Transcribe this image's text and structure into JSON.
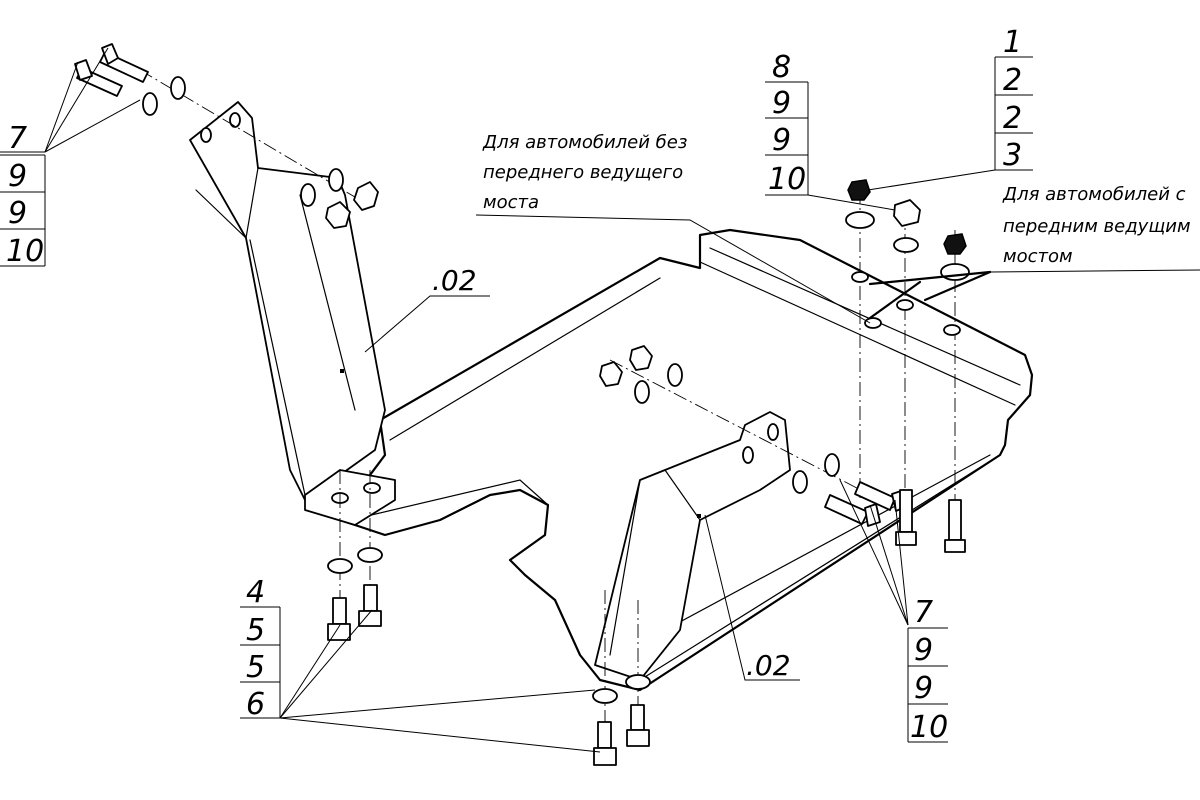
{
  "notes": {
    "without_front_drive": {
      "line1": "Для автомобилей без",
      "line2": "переднего ведущего",
      "line3": "моста"
    },
    "with_front_drive": {
      "line1": "Для автомобилей с",
      "line2": "передним ведущим",
      "line3": "мостом"
    }
  },
  "part_refs": {
    "left_bracket": ".02",
    "right_bracket": ".02"
  },
  "callouts": {
    "top_left": [
      "7",
      "9",
      "9",
      "10"
    ],
    "top_center": [
      "8",
      "9",
      "9",
      "10"
    ],
    "top_right": [
      "1",
      "2",
      "2",
      "3"
    ],
    "bottom_left": [
      "4",
      "5",
      "5",
      "6"
    ],
    "bottom_right": [
      "7",
      "9",
      "9",
      "10"
    ]
  }
}
